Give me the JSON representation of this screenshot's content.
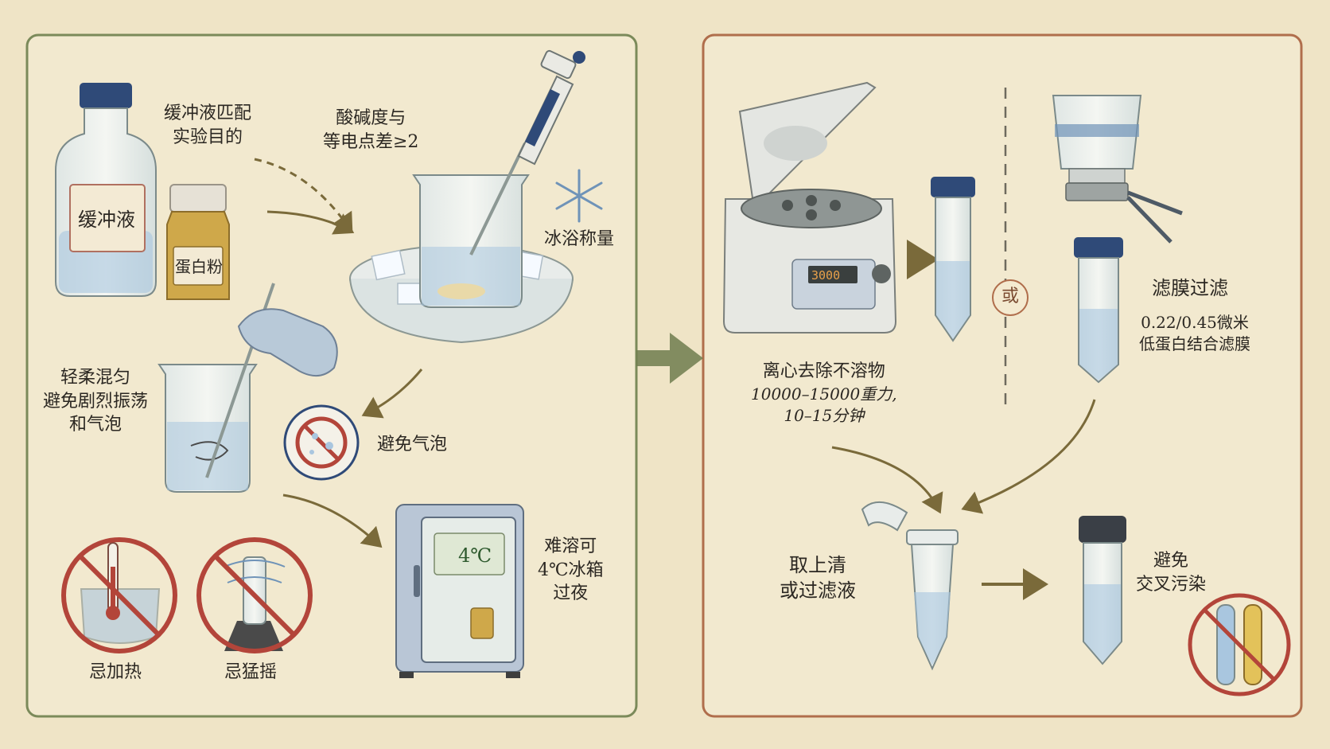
{
  "left_panel": {
    "buffer_match": [
      "缓冲液匹配",
      "实验目的"
    ],
    "ph_note": [
      "酸碱度与",
      "等电点差≥2"
    ],
    "ice_bath": "冰浴称量",
    "bottle_buffer": "缓冲液",
    "bottle_protein": "蛋白粉",
    "gentle_mix": [
      "轻柔混匀",
      "避免剧烈振荡",
      "和气泡"
    ],
    "avoid_bubbles": "避免气泡",
    "fridge_display": "4℃",
    "fridge_note": [
      "难溶可",
      "4℃冰箱",
      "过夜"
    ],
    "no_heat": "忌加热",
    "no_shake": "忌猛摇"
  },
  "right_panel": {
    "centrifuge_display": "3000",
    "centrifuge": [
      "离心去除不溶物",
      "10000–15000重力,",
      "10–15分钟"
    ],
    "or_mark": "或",
    "filter": "滤膜过滤",
    "filter_spec": [
      "0.22/0.45微米",
      "低蛋白结合滤膜"
    ],
    "supernatant": [
      "取上清",
      "或过滤液"
    ],
    "cross_contam": [
      "避免",
      "交叉污染"
    ]
  },
  "colors": {
    "background": "#efe4c6",
    "left_border": "#7b8a5a",
    "right_border": "#b06e4c",
    "arrow": "#7a6a3a",
    "prohibit": "#b3453a",
    "liquid_blue": "#a9c6df",
    "cap_navy": "#2f4a78"
  }
}
